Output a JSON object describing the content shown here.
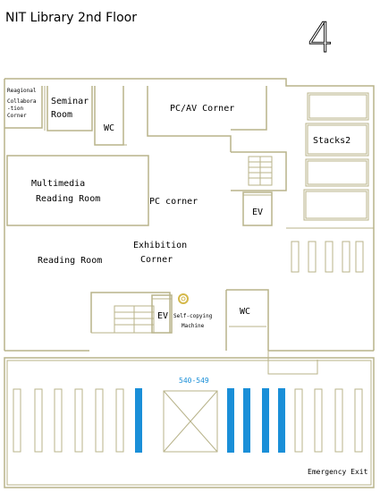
{
  "title": "NIT Library 2nd Floor",
  "floor_number": "4",
  "rooms": {
    "regional_1": "Reagional",
    "regional_2": "Collabora",
    "regional_3": "-tion",
    "regional_4": "Corner",
    "seminar_1": "Seminar",
    "seminar_2": "Room",
    "wc_top": "WC",
    "pc_av": "PC/AV Corner",
    "stacks2": "Stacks2",
    "multimedia_1": "Multimedia",
    "multimedia_2": "Reading Room",
    "pc_corner": "PC corner",
    "ev_right": "EV",
    "exhibition_1": "Exhibition",
    "exhibition_2": "Corner",
    "reading_room": "Reading Room",
    "ev_center": "EV",
    "selfcopy_1": "Self-copying",
    "selfcopy_2": "Machine",
    "wc_mid": "WC",
    "shelf_range": "540-549",
    "emergency_exit": "Emergency Exit"
  },
  "colors": {
    "wall": "#b8b38a",
    "highlight_shelf": "#1a8fd8",
    "copier": "#d4b84a"
  },
  "highlighted_shelves": "540-549"
}
